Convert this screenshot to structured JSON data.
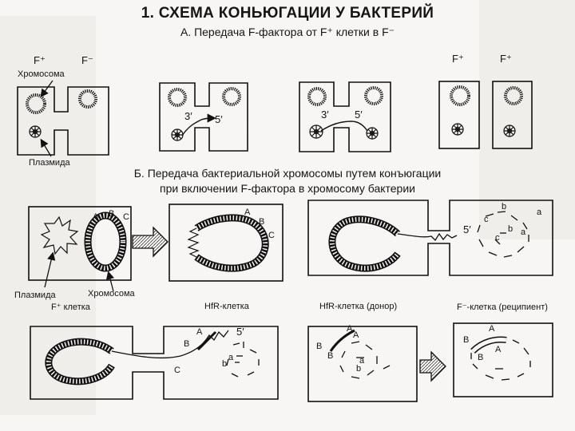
{
  "title": "1. СХЕМА КОНЬЮГАЦИИ У БАКТЕРИЙ",
  "section_a": {
    "title": "А. Передача F-фактора от F⁺ клетки в F⁻",
    "f_plus": "F⁺",
    "f_minus": "F⁻",
    "label_chromosome": "Хромосома",
    "label_plasmid": "Плазмида",
    "end_3": "3′",
    "end_5": "5′"
  },
  "section_b": {
    "title_line1": "Б. Передача бактериальной хромосомы путем конъюгации",
    "title_line2": "при включении F-фактора в хромосому бактерии",
    "label_plasmid": "Плазмида",
    "label_chromosome": "Хромосома",
    "cap_f_plus_cell": "F⁺ клетка",
    "cap_hfr_cell": "HfR-клетка",
    "cap_hfr_donor": "HfR-клетка (донор)",
    "cap_f_minus_recipient": "F⁻-клетка (реципиент)",
    "gene_a": "A",
    "gene_b": "B",
    "gene_c": "C",
    "gene_a_lower": "a",
    "gene_b_lower": "b",
    "gene_c_lower": "c",
    "end_5": "5′"
  }
}
